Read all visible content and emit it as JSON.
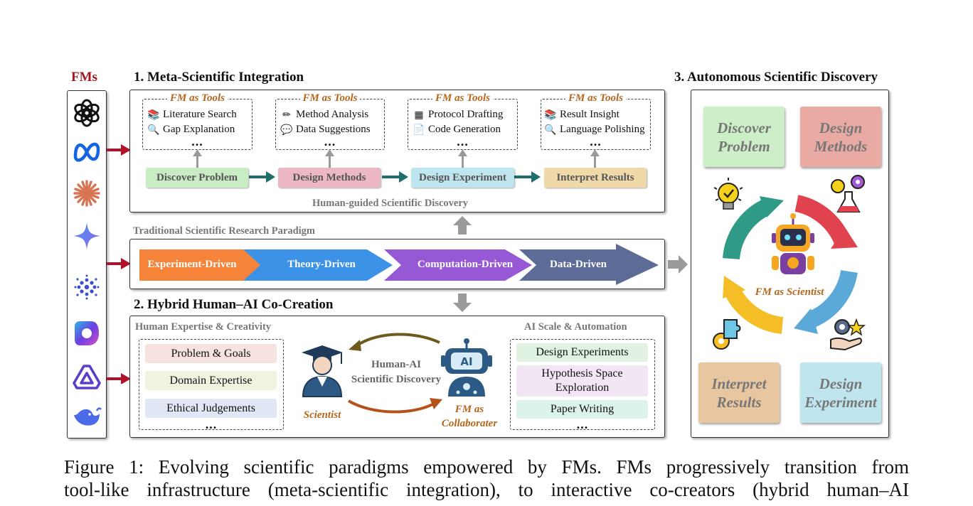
{
  "fms": {
    "title": "FMs",
    "logos": [
      "openai-logo-icon",
      "meta-logo-icon",
      "claude-logo-icon",
      "gemini-logo-icon",
      "mistral-logo-icon",
      "copilot-logo-icon",
      "qwen-logo-icon",
      "deepseek-logo-icon"
    ]
  },
  "section1": {
    "title": "1. Meta-Scientific Integration",
    "tool_head": "FM as Tools",
    "tools": [
      {
        "items": [
          "Literature Search",
          "Gap Explanation"
        ]
      },
      {
        "items": [
          "Method Analysis",
          "Data Suggestions"
        ]
      },
      {
        "items": [
          "Protocol Drafting",
          "Code Generation"
        ]
      },
      {
        "items": [
          "Result Insight",
          "Language Polishing"
        ]
      }
    ],
    "ellipsis": "...",
    "stages": [
      "Discover Problem",
      "Design Methods",
      "Design Experiment",
      "Interpret Results"
    ],
    "stage_colors": [
      "#c9ecc4",
      "#ebb8c4",
      "#bfe6ee",
      "#efd9a9"
    ],
    "footer": "Human-guided Scientific Discovery"
  },
  "paradigm": {
    "label": "Traditional Scientific Research Paradigm",
    "chevrons": [
      "Experiment-Driven",
      "Theory-Driven",
      "Computation-Driven",
      "Data-Driven"
    ],
    "chevron_colors": [
      "#f5843a",
      "#3c92e6",
      "#9758d6",
      "#5d6c96"
    ]
  },
  "section2": {
    "title": "2. Hybrid Human–AI Co-Creation",
    "left_head": "Human Expertise & Creativity",
    "left_items": [
      "Problem & Goals",
      "Domain Expertise",
      "Ethical Judgements"
    ],
    "left_colors": [
      "#f6e3e0",
      "#eef4df",
      "#e2e7f5"
    ],
    "center_line1": "Human-AI",
    "center_line2": "Scientific Discovery",
    "scientist": "Scientist",
    "collab_line1": "FM as",
    "collab_line2": "Collaborater",
    "right_head": "AI Scale & Automation",
    "right_items": [
      "Design Experiments",
      "Hypothesis Space Exploration",
      "Paper Writing"
    ],
    "right_colors": [
      "#e2f2e2",
      "#f2e6f4",
      "#dcf2ec"
    ],
    "ellipsis": "..."
  },
  "section3": {
    "title": "3. Autonomous Scientific Discovery",
    "cards": [
      "Discover Problem",
      "Design Methods",
      "Interpret Results",
      "Design Experiment"
    ],
    "card_colors": [
      "#cdefc8",
      "#e8aaa3",
      "#e8c69f",
      "#bfe5ee"
    ],
    "center": "FM as Scientist",
    "cycle_colors": [
      "#e0424e",
      "#5aa9d8",
      "#f6be26",
      "#2f9a86"
    ]
  },
  "caption": {
    "line1": "Figure 1: Evolving scientific paradigms empowered by FMs. FMs progressively transition from",
    "line2": "tool-like infrastructure (meta-scientific integration), to interactive co-creators (hybrid human–AI"
  }
}
